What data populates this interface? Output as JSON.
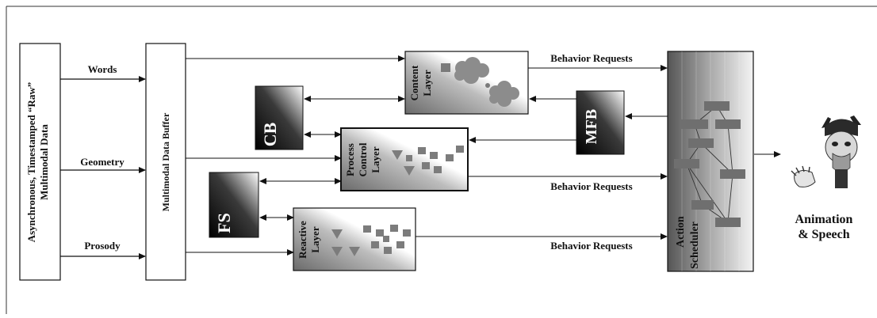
{
  "input": {
    "label_line1": "Asynchronous, Timestamped “Raw”",
    "label_line2": "Multimodal Data",
    "streams": [
      "Words",
      "Geometry",
      "Prosody"
    ]
  },
  "buffer": {
    "label": "Multimodal Data Buffer"
  },
  "layers": {
    "content": [
      "Content",
      "Layer"
    ],
    "process": [
      "Process",
      "Control",
      "Layer"
    ],
    "reactive": [
      "Reactive",
      "Layer"
    ]
  },
  "stores": {
    "cb": "CB",
    "fs": "FS",
    "mfb": "MFB"
  },
  "scheduler": [
    "Action",
    "Scheduler"
  ],
  "requests": [
    "Behavior Requests",
    "Behavior Requests",
    "Behavior Requests"
  ],
  "output": {
    "line1": "Animation",
    "line2": "& Speech"
  }
}
